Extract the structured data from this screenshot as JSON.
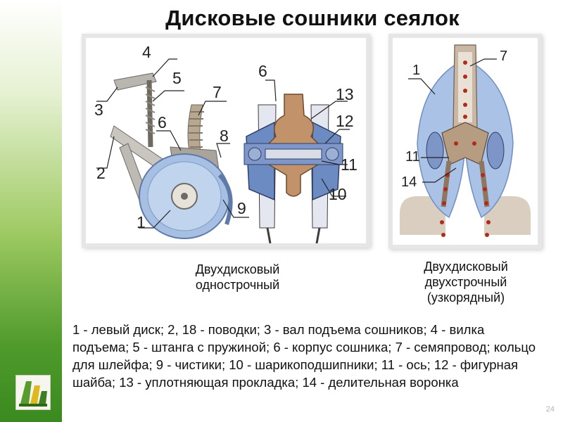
{
  "slide": {
    "title": "Дисковые сошники сеялок",
    "page_number": "24"
  },
  "figure_single": {
    "caption": "Двухдисковый однострочный",
    "labels": [
      "4",
      "5",
      "3",
      "7",
      "6",
      "6",
      "13",
      "8",
      "12",
      "2",
      "11",
      "10",
      "9",
      "1"
    ]
  },
  "figure_double": {
    "caption": "Двухдисковый двухстрочный (узкорядный)",
    "labels": [
      "7",
      "1",
      "11",
      "14"
    ]
  },
  "legend": {
    "text": "1 - левый диск; 2, 18 - поводки; 3 - вал подъема сошников; 4 - вилка подъема; 5 - штанга с пружиной; 6 - корпус сошника; 7 - семяпровод; кольцо для шлейфа; 9 - чистики; 10 - шарикоподшипники; 11 - ось; 12 - фигурная шайба; 13 - уплотняющая прокладка; 14 - делительная воронка"
  },
  "colors": {
    "sidebar_top": "#ffffff",
    "sidebar_bottom": "#3a8a20",
    "disc_blue": "#9fb9dd",
    "section_blue": "#5f7fb8",
    "bronze": "#c2926a"
  }
}
